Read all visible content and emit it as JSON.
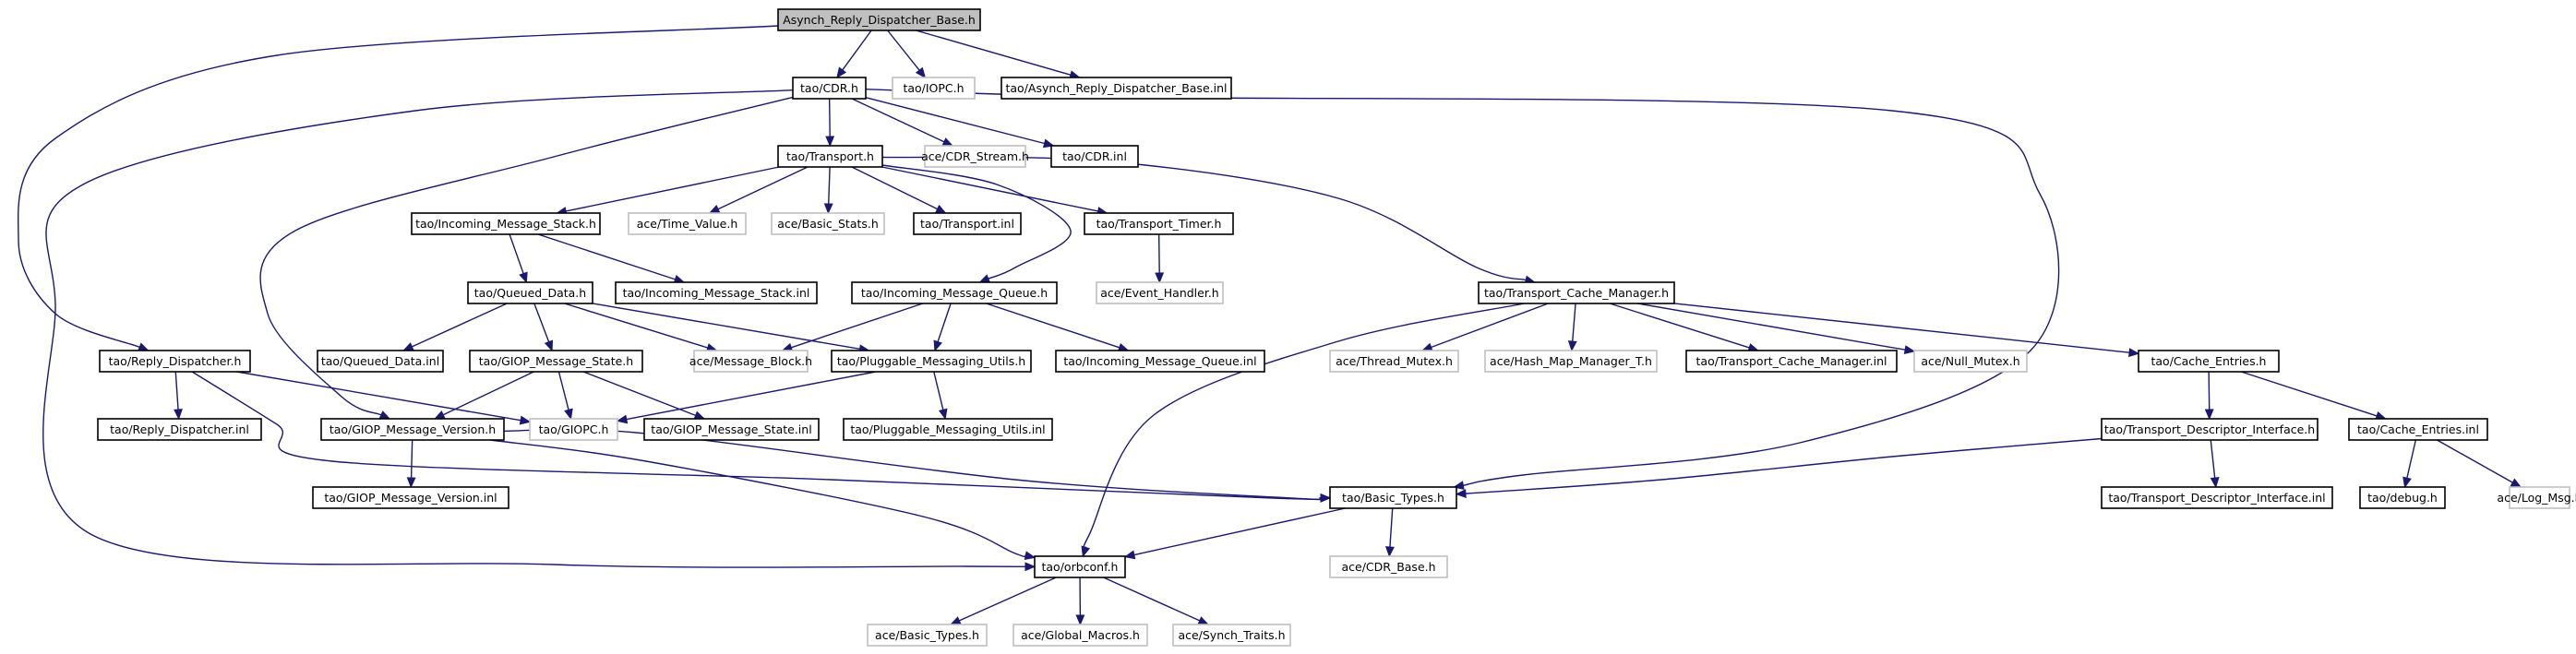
{
  "colors": {
    "edge": "#191970",
    "root_fill": "#bfbfbf",
    "node_fill": "#ffffff",
    "node_border": "#000000",
    "external_border": "#bfbfbf"
  },
  "nodes": [
    {
      "id": "root",
      "label": "Asynch_Reply_Dispatcher_Base.h",
      "style": "root"
    },
    {
      "id": "cdr_h",
      "label": "tao/CDR.h",
      "style": "normal"
    },
    {
      "id": "iopc_h",
      "label": "tao/IOPC.h",
      "style": "external"
    },
    {
      "id": "ard_inl",
      "label": "tao/Asynch_Reply_Dispatcher_Base.inl",
      "style": "normal"
    },
    {
      "id": "transport_h",
      "label": "tao/Transport.h",
      "style": "normal"
    },
    {
      "id": "cdr_stream_h",
      "label": "ace/CDR_Stream.h",
      "style": "external"
    },
    {
      "id": "cdr_inl",
      "label": "tao/CDR.inl",
      "style": "normal"
    },
    {
      "id": "ims_h",
      "label": "tao/Incoming_Message_Stack.h",
      "style": "normal"
    },
    {
      "id": "time_value_h",
      "label": "ace/Time_Value.h",
      "style": "external"
    },
    {
      "id": "basic_stats_h",
      "label": "ace/Basic_Stats.h",
      "style": "external"
    },
    {
      "id": "transport_inl",
      "label": "tao/Transport.inl",
      "style": "normal"
    },
    {
      "id": "transport_timer_h",
      "label": "tao/Transport_Timer.h",
      "style": "normal"
    },
    {
      "id": "queued_data_h",
      "label": "tao/Queued_Data.h",
      "style": "normal"
    },
    {
      "id": "ims_inl",
      "label": "tao/Incoming_Message_Stack.inl",
      "style": "normal"
    },
    {
      "id": "imq_h",
      "label": "tao/Incoming_Message_Queue.h",
      "style": "normal"
    },
    {
      "id": "event_handler_h",
      "label": "ace/Event_Handler.h",
      "style": "external"
    },
    {
      "id": "tcm_h",
      "label": "tao/Transport_Cache_Manager.h",
      "style": "normal"
    },
    {
      "id": "reply_dispatcher_h",
      "label": "tao/Reply_Dispatcher.h",
      "style": "normal"
    },
    {
      "id": "queued_data_inl",
      "label": "tao/Queued_Data.inl",
      "style": "normal"
    },
    {
      "id": "giop_state_h",
      "label": "tao/GIOP_Message_State.h",
      "style": "normal"
    },
    {
      "id": "message_block_h",
      "label": "ace/Message_Block.h",
      "style": "external"
    },
    {
      "id": "pmu_h",
      "label": "tao/Pluggable_Messaging_Utils.h",
      "style": "normal"
    },
    {
      "id": "imq_inl",
      "label": "tao/Incoming_Message_Queue.inl",
      "style": "normal"
    },
    {
      "id": "thread_mutex_h",
      "label": "ace/Thread_Mutex.h",
      "style": "external"
    },
    {
      "id": "hash_map_h",
      "label": "ace/Hash_Map_Manager_T.h",
      "style": "external"
    },
    {
      "id": "tcm_inl",
      "label": "tao/Transport_Cache_Manager.inl",
      "style": "normal"
    },
    {
      "id": "null_mutex_h",
      "label": "ace/Null_Mutex.h",
      "style": "external"
    },
    {
      "id": "cache_entries_h",
      "label": "tao/Cache_Entries.h",
      "style": "normal"
    },
    {
      "id": "reply_dispatcher_inl",
      "label": "tao/Reply_Dispatcher.inl",
      "style": "normal"
    },
    {
      "id": "giop_version_h",
      "label": "tao/GIOP_Message_Version.h",
      "style": "normal"
    },
    {
      "id": "giopc_h",
      "label": "tao/GIOPC.h",
      "style": "external"
    },
    {
      "id": "giop_state_inl",
      "label": "tao/GIOP_Message_State.inl",
      "style": "normal"
    },
    {
      "id": "pmu_inl",
      "label": "tao/Pluggable_Messaging_Utils.inl",
      "style": "normal"
    },
    {
      "id": "tdi_h",
      "label": "tao/Transport_Descriptor_Interface.h",
      "style": "normal"
    },
    {
      "id": "cache_entries_inl",
      "label": "tao/Cache_Entries.inl",
      "style": "normal"
    },
    {
      "id": "giop_version_inl",
      "label": "tao/GIOP_Message_Version.inl",
      "style": "normal"
    },
    {
      "id": "basic_types_h",
      "label": "tao/Basic_Types.h",
      "style": "normal"
    },
    {
      "id": "tdi_inl",
      "label": "tao/Transport_Descriptor_Interface.inl",
      "style": "normal"
    },
    {
      "id": "debug_h",
      "label": "tao/debug.h",
      "style": "normal"
    },
    {
      "id": "log_msg_h",
      "label": "ace/Log_Msg.h",
      "style": "external"
    },
    {
      "id": "cdr_base_h",
      "label": "ace/CDR_Base.h",
      "style": "external"
    },
    {
      "id": "orbconf_h",
      "label": "tao/orbconf.h",
      "style": "normal"
    },
    {
      "id": "ace_basic_types_h",
      "label": "ace/Basic_Types.h",
      "style": "external"
    },
    {
      "id": "global_macros_h",
      "label": "ace/Global_Macros.h",
      "style": "external"
    },
    {
      "id": "synch_traits_h",
      "label": "ace/Synch_Traits.h",
      "style": "external"
    }
  ],
  "edges": [
    {
      "from": "root",
      "to": "cdr_h"
    },
    {
      "from": "root",
      "to": "iopc_h"
    },
    {
      "from": "root",
      "to": "ard_inl"
    },
    {
      "from": "root",
      "to": "reply_dispatcher_h"
    },
    {
      "from": "cdr_h",
      "to": "transport_h"
    },
    {
      "from": "cdr_h",
      "to": "cdr_stream_h"
    },
    {
      "from": "cdr_h",
      "to": "cdr_inl"
    },
    {
      "from": "cdr_h",
      "to": "giop_version_h"
    },
    {
      "from": "cdr_h",
      "to": "orbconf_h"
    },
    {
      "from": "cdr_h",
      "to": "basic_types_h"
    },
    {
      "from": "transport_h",
      "to": "ims_h"
    },
    {
      "from": "transport_h",
      "to": "time_value_h"
    },
    {
      "from": "transport_h",
      "to": "basic_stats_h"
    },
    {
      "from": "transport_h",
      "to": "transport_inl"
    },
    {
      "from": "transport_h",
      "to": "transport_timer_h"
    },
    {
      "from": "transport_h",
      "to": "imq_h"
    },
    {
      "from": "transport_h",
      "to": "tcm_h"
    },
    {
      "from": "transport_timer_h",
      "to": "event_handler_h"
    },
    {
      "from": "ims_h",
      "to": "queued_data_h"
    },
    {
      "from": "ims_h",
      "to": "ims_inl"
    },
    {
      "from": "queued_data_h",
      "to": "queued_data_inl"
    },
    {
      "from": "queued_data_h",
      "to": "giop_state_h"
    },
    {
      "from": "queued_data_h",
      "to": "message_block_h"
    },
    {
      "from": "queued_data_h",
      "to": "pmu_h"
    },
    {
      "from": "imq_h",
      "to": "message_block_h"
    },
    {
      "from": "imq_h",
      "to": "pmu_h"
    },
    {
      "from": "imq_h",
      "to": "imq_inl"
    },
    {
      "from": "giop_state_h",
      "to": "giop_version_h"
    },
    {
      "from": "giop_state_h",
      "to": "giopc_h"
    },
    {
      "from": "giop_state_h",
      "to": "giop_state_inl"
    },
    {
      "from": "pmu_h",
      "to": "giopc_h"
    },
    {
      "from": "pmu_h",
      "to": "pmu_inl"
    },
    {
      "from": "tcm_h",
      "to": "thread_mutex_h"
    },
    {
      "from": "tcm_h",
      "to": "hash_map_h"
    },
    {
      "from": "tcm_h",
      "to": "tcm_inl"
    },
    {
      "from": "tcm_h",
      "to": "null_mutex_h"
    },
    {
      "from": "tcm_h",
      "to": "cache_entries_h"
    },
    {
      "from": "tcm_h",
      "to": "orbconf_h"
    },
    {
      "from": "reply_dispatcher_h",
      "to": "reply_dispatcher_inl"
    },
    {
      "from": "reply_dispatcher_h",
      "to": "giopc_h"
    },
    {
      "from": "reply_dispatcher_h",
      "to": "basic_types_h"
    },
    {
      "from": "giop_version_h",
      "to": "giop_version_inl"
    },
    {
      "from": "giop_version_h",
      "to": "basic_types_h"
    },
    {
      "from": "giop_version_h",
      "to": "orbconf_h"
    },
    {
      "from": "cache_entries_h",
      "to": "tdi_h"
    },
    {
      "from": "cache_entries_h",
      "to": "cache_entries_inl"
    },
    {
      "from": "tdi_h",
      "to": "tdi_inl"
    },
    {
      "from": "tdi_h",
      "to": "basic_types_h"
    },
    {
      "from": "cache_entries_inl",
      "to": "debug_h"
    },
    {
      "from": "cache_entries_inl",
      "to": "log_msg_h"
    },
    {
      "from": "basic_types_h",
      "to": "cdr_base_h"
    },
    {
      "from": "basic_types_h",
      "to": "orbconf_h"
    },
    {
      "from": "orbconf_h",
      "to": "ace_basic_types_h"
    },
    {
      "from": "orbconf_h",
      "to": "global_macros_h"
    },
    {
      "from": "orbconf_h",
      "to": "synch_traits_h"
    }
  ]
}
